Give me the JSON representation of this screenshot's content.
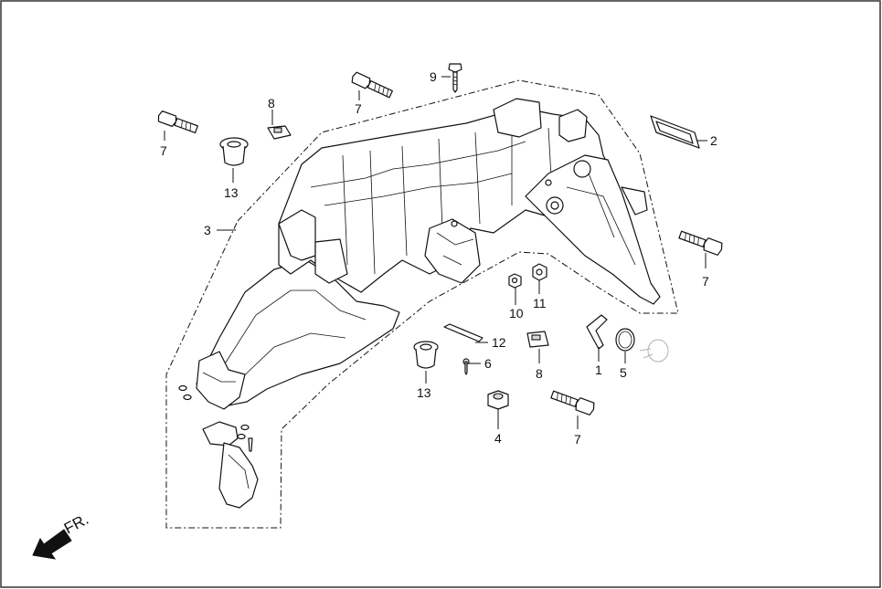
{
  "diagram": {
    "direction_label": "FR.",
    "callouts": [
      {
        "id": "c-9",
        "text": "9"
      },
      {
        "id": "c-7a",
        "text": "7"
      },
      {
        "id": "c-8a",
        "text": "8"
      },
      {
        "id": "c-7b",
        "text": "7"
      },
      {
        "id": "c-13a",
        "text": "13"
      },
      {
        "id": "c-3",
        "text": "3"
      },
      {
        "id": "c-2",
        "text": "2"
      },
      {
        "id": "c-7c",
        "text": "7"
      },
      {
        "id": "c-10",
        "text": "10"
      },
      {
        "id": "c-11",
        "text": "11"
      },
      {
        "id": "c-12",
        "text": "12"
      },
      {
        "id": "c-6",
        "text": "6"
      },
      {
        "id": "c-8b",
        "text": "8"
      },
      {
        "id": "c-1",
        "text": "1"
      },
      {
        "id": "c-5",
        "text": "5"
      },
      {
        "id": "c-13b",
        "text": "13"
      },
      {
        "id": "c-4",
        "text": "4"
      },
      {
        "id": "c-7d",
        "text": "7"
      }
    ]
  },
  "colors": {
    "line": "#111111",
    "background": "#ffffff",
    "frame": "#333333"
  }
}
